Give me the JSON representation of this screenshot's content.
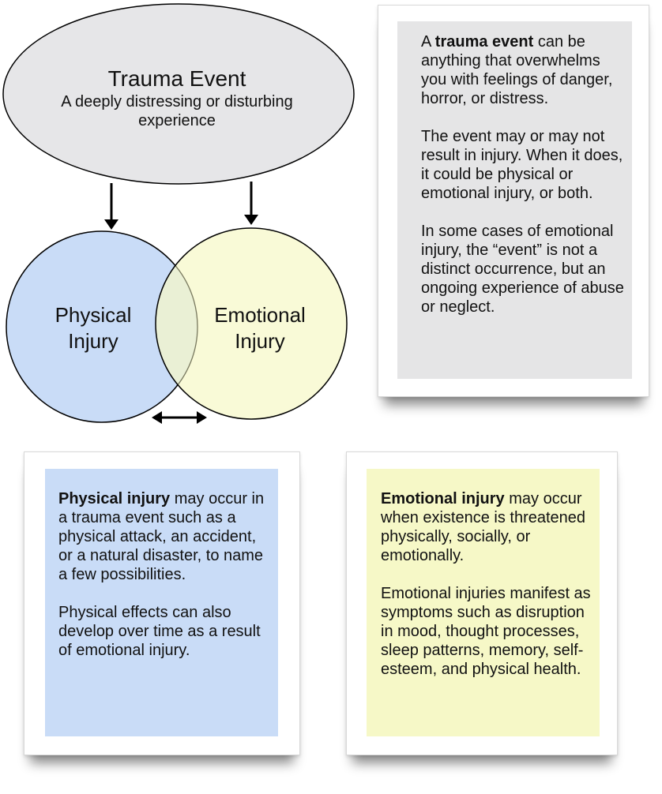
{
  "diagram": {
    "trauma_title": "Trauma Event",
    "trauma_subtitle_line1": "A deeply distressing or disturbing",
    "trauma_subtitle_line2": "experience",
    "physical_line1": "Physical",
    "physical_line2": "Injury",
    "emotional_line1": "Emotional",
    "emotional_line2": "Injury"
  },
  "trauma_card": {
    "p1_bold": "trauma event",
    "p1_pre": "A ",
    "p1_post": " can be anything that overwhelms you with feelings of danger, horror, or distress.",
    "p2": "The event may or may not result in injury. When it does, it could be physical or emotional injury, or both.",
    "p3": "In some cases of emotional injury, the “event” is not a distinct occurrence, but an ongoing experience of abuse or neglect."
  },
  "physical_card": {
    "p1_bold": "Physical injury",
    "p1_post": " may occur in a trauma event such as a physical attack, an accident, or a natural disaster, to name a few possibilities.",
    "p2": "Physical effects can also develop over time as a result of emotional injury."
  },
  "emotional_card": {
    "p1_bold": "Emotional injury",
    "p1_post": " may occur when existence is threatened physically, socially, or emotionally.",
    "p2": "Emotional injuries manifest as symptoms such as disruption in mood, thought processes, sleep patterns, memory, self-esteem, and physical health."
  },
  "colors": {
    "ellipse_fill": "#e6e6e8",
    "physical_fill": "#c9dcf7",
    "emotional_fill": "#f6f8c7",
    "overlap_fill": "#dde8c8"
  }
}
